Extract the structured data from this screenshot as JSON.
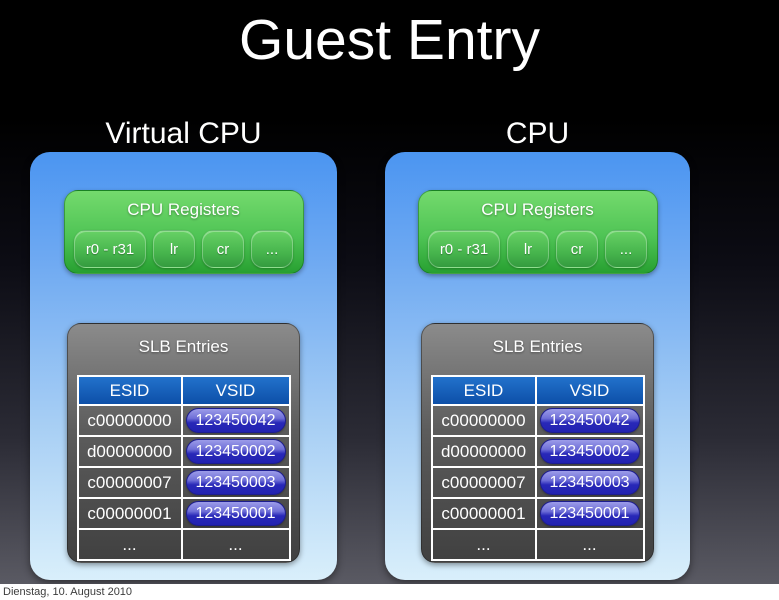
{
  "slide": {
    "title": "Guest Entry",
    "footer_date": "Dienstag, 10. August 2010"
  },
  "colors": {
    "panel_blue_top": "#4b95f1",
    "panel_blue_bottom": "#d9effb",
    "registers_green_top": "#74da6d",
    "registers_green_bottom": "#27a031",
    "slb_gray_top": "#8b8b8b",
    "slb_gray_bottom": "#404040",
    "table_header_blue": "#1263bd",
    "vsid_pill_top": "#9c9ce9",
    "vsid_pill_bottom": "#2222b0",
    "background_top": "#000000",
    "background_bottom": "#5a5a63"
  },
  "panels": [
    {
      "label": "Virtual CPU",
      "registers": {
        "title": "CPU Registers",
        "buttons": [
          "r0 - r31",
          "lr",
          "cr",
          "..."
        ]
      },
      "slb": {
        "title": "SLB Entries",
        "columns": [
          "ESID",
          "VSID"
        ],
        "rows": [
          {
            "esid": "c00000000",
            "vsid": "123450042"
          },
          {
            "esid": "d00000000",
            "vsid": "123450002"
          },
          {
            "esid": "c00000007",
            "vsid": "123450003"
          },
          {
            "esid": "c00000001",
            "vsid": "123450001"
          },
          {
            "esid": "...",
            "vsid": "..."
          }
        ]
      }
    },
    {
      "label": "CPU",
      "registers": {
        "title": "CPU Registers",
        "buttons": [
          "r0 - r31",
          "lr",
          "cr",
          "..."
        ]
      },
      "slb": {
        "title": "SLB Entries",
        "columns": [
          "ESID",
          "VSID"
        ],
        "rows": [
          {
            "esid": "c00000000",
            "vsid": "123450042"
          },
          {
            "esid": "d00000000",
            "vsid": "123450002"
          },
          {
            "esid": "c00000007",
            "vsid": "123450003"
          },
          {
            "esid": "c00000001",
            "vsid": "123450001"
          },
          {
            "esid": "...",
            "vsid": "..."
          }
        ]
      }
    }
  ]
}
